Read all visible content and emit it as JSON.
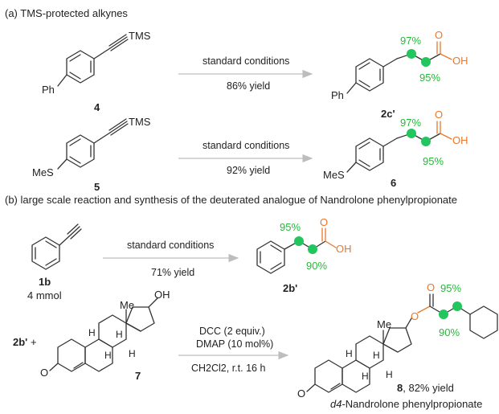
{
  "section_a": {
    "title": "(a) TMS-protected alkynes",
    "reaction1": {
      "substrate_label": "4",
      "substituent": "Ph",
      "alkyne_group": "TMS",
      "conditions": "standard conditions",
      "yield": "86% yield",
      "product_label": "2c'",
      "product_substituent": "Ph",
      "acid_group": "OH",
      "acid_oxygen": "O",
      "d_incorp_top": "97%",
      "d_incorp_bottom": "95%"
    },
    "reaction2": {
      "substrate_label": "5",
      "substituent": "MeS",
      "alkyne_group": "TMS",
      "conditions": "standard conditions",
      "yield": "92% yield",
      "product_label": "6",
      "product_substituent": "MeS",
      "acid_group": "OH",
      "acid_oxygen": "O",
      "d_incorp_top": "97%",
      "d_incorp_bottom": "95%"
    }
  },
  "section_b": {
    "title": "(b) large scale reaction and synthesis of the deuterated analogue of Nandrolone phenylpropionate",
    "reaction1": {
      "substrate_label": "1b",
      "scale": "4 mmol",
      "conditions": "standard conditions",
      "yield": "71% yield",
      "product_label": "2b'",
      "acid_group": "OH",
      "acid_oxygen": "O",
      "d_incorp_top": "95%",
      "d_incorp_bottom": "90%"
    },
    "reaction2": {
      "reagent_label": "2b'",
      "plus": "+",
      "steroid_label": "7",
      "steroid_me": "Me",
      "steroid_oh": "OH",
      "steroid_ketone_o": "O",
      "steroid_h": "H",
      "conditions_line1": "DCC (2 equiv.)",
      "conditions_line2": "DMAP (10 mol%)",
      "conditions_line3": "CH2Cl2, r.t. 16 h",
      "product_label": "8",
      "product_yield": ", 82% yield",
      "product_name_prefix": "d4",
      "product_name": "-Nandrolone phenylpropionate",
      "product_me": "Me",
      "product_ester_o": "O",
      "product_carbonyl_o": "O",
      "product_ketone_o": "O",
      "d_incorp_top": "95%",
      "d_incorp_bottom": "90%"
    }
  },
  "colors": {
    "deuterium_dot": "#22c55e",
    "percent_text": "#27b83a",
    "acid_group": "#e8782c",
    "arrow": "#bdbdbd",
    "bond": "#333333"
  }
}
